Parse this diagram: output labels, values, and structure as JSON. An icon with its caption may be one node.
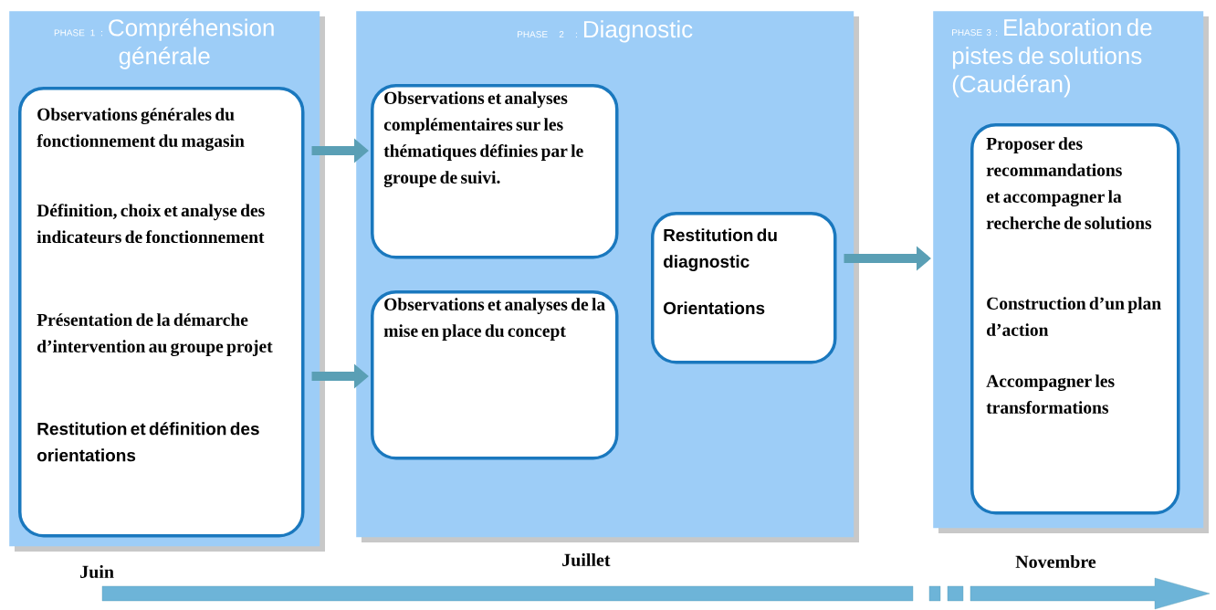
{
  "diagram": {
    "nodes": [
      {
        "text": [
          "PHASE 1 :",
          "Compréhension générale"
        ]
      },
      {
        "text": [
          "Observations générales du fonctionnement du magasin",
          "Définition, choix et analyse des indicateurs de fonctionnement",
          "Présentation de la démarche d’intervention au groupe projet",
          "Restitution et définition des orientations"
        ],
        "in": 0
      },
      {
        "text": [
          "PHASE 2 :",
          "Diagnostic"
        ]
      },
      {
        "text": [
          "Observations et analyses complémentaires sur les thématiques définies par le groupe de suivi."
        ],
        "in": 2
      },
      {
        "text": [
          "Observations et analyses de la mise en place du concept"
        ],
        "in": 2
      },
      {
        "text": [
          "Restitution du diagnostic",
          "Orientations"
        ],
        "in": 2
      },
      {
        "text": [
          "PHASE 3 :",
          "Elaboration de pistes de solutions (Caudéran)"
        ]
      },
      {
        "text": [
          "Proposer des recommandations et accompagner la recherche de solutions",
          "Construction d’un plan d’action",
          "Accompagner les transformations"
        ],
        "in": 6
      }
    ],
    "edges": [
      {
        "from": 1,
        "to": 3,
        "arrow": "to"
      },
      {
        "from": 1,
        "to": 4,
        "arrow": "to"
      },
      {
        "from": 5,
        "to": 6,
        "arrow": "to"
      }
    ],
    "labels": [
      "Juin",
      "Juillet",
      "Novembre"
    ]
  }
}
